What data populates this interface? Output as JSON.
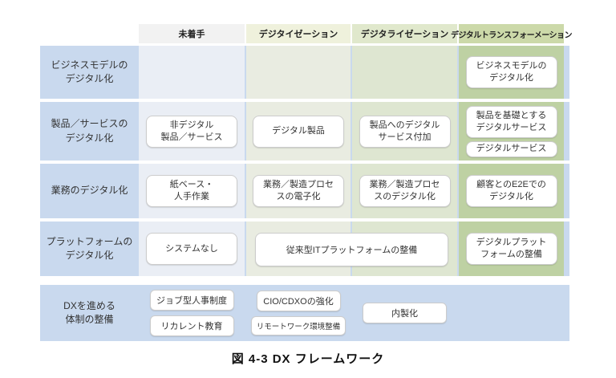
{
  "figure": {
    "columns": [
      {
        "label": "未着手"
      },
      {
        "label": "デジタイゼーション"
      },
      {
        "label": "デジタライゼーション"
      },
      {
        "label": "デジタルトランスフォーメーション"
      }
    ],
    "rows": [
      {
        "label": "ビジネスモデルの\nデジタル化",
        "c4": [
          "ビジネスモデルの\nデジタル化"
        ]
      },
      {
        "label": "製品／サービスの\nデジタル化",
        "c1": [
          "非デジタル\n製品／サービス"
        ],
        "c2": [
          "デジタル製品"
        ],
        "c3": [
          "製品へのデジタル\nサービス付加"
        ],
        "c4": [
          "製品を基礎とする\nデジタルサービス",
          "デジタルサービス"
        ]
      },
      {
        "label": "業務のデジタル化",
        "c1": [
          "紙ベース・\n人手作業"
        ],
        "c2": [
          "業務／製造プロセ\nスの電子化"
        ],
        "c3": [
          "業務／製造プロセ\nスのデジタル化"
        ],
        "c4": [
          "顧客とのE2Eでの\nデジタル化"
        ]
      },
      {
        "label": "プラットフォームの\nデジタル化",
        "c1": [
          "システムなし"
        ],
        "span": "従来型ITプラットフォームの整備",
        "c4": [
          "デジタルプラット\nフォームの整備"
        ]
      }
    ],
    "bottom": {
      "label": "DXを進める\n体制の整備",
      "c1": [
        "ジョブ型人事制度",
        "リカレント教育"
      ],
      "c2": [
        "CIO/CDXOの強化",
        "リモートワーク環境整備"
      ],
      "c3": [
        "内製化"
      ]
    },
    "caption": "図 4-3 DX フレームワーク",
    "colors": {
      "row_band": "#c9d9ee",
      "col_not_started_header": "#f2f2f2",
      "col_not_started_cell": "#eaeef5",
      "col_digitization_header": "#eff1dc",
      "col_digitization_cell": "#e9ece1",
      "col_digitalization_header": "#e0e8cc",
      "col_digitalization_cell": "#dee6d1",
      "col_dx_header": "#ccd9a9",
      "col_dx_cell": "#bed1a3",
      "box_bg": "#ffffff",
      "box_border": "#cccccc"
    }
  }
}
